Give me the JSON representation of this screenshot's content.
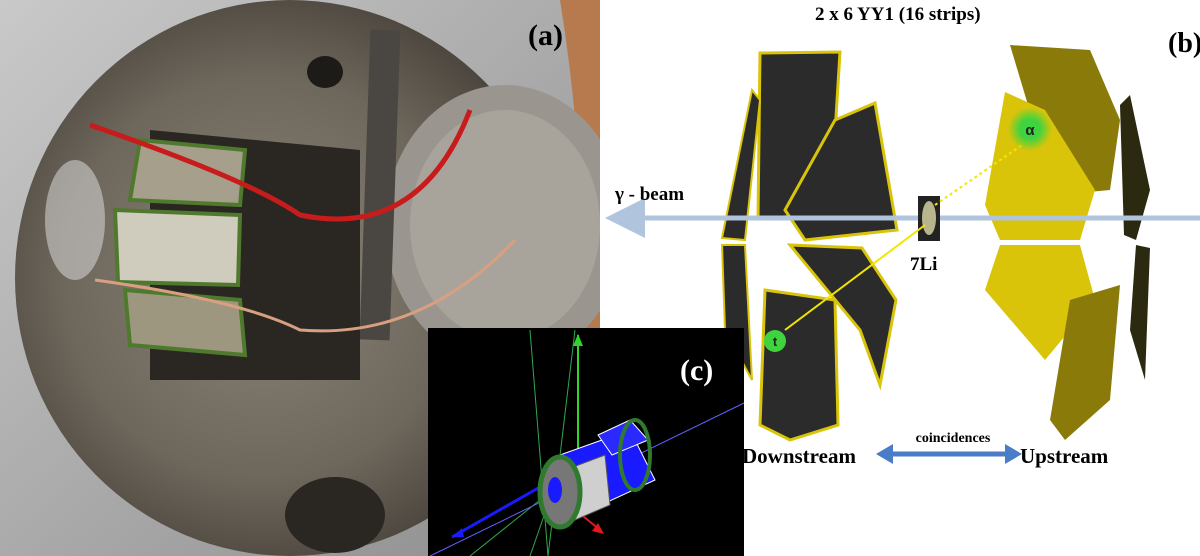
{
  "panel_a": {
    "label": "(a)"
  },
  "panel_b": {
    "label": "(b)",
    "title": "2 x 6 YY1 (16 strips)",
    "beam_label": "γ - beam",
    "target_label": "7Li",
    "alpha_label": "α",
    "triton_label": "t",
    "downstream_label": "Downstream",
    "upstream_label": "Upstream",
    "coincidence_label": "coincidences"
  },
  "panel_c": {
    "label": "(c)"
  },
  "colors": {
    "beam": "#b0c4de",
    "detector_dark": "#2b2b2b",
    "detector_yellow": "#d9c40a",
    "detector_olive": "#8a7a0a",
    "coincidence_arrow": "#4a7cc7",
    "particle_green": "#3fd43f"
  }
}
